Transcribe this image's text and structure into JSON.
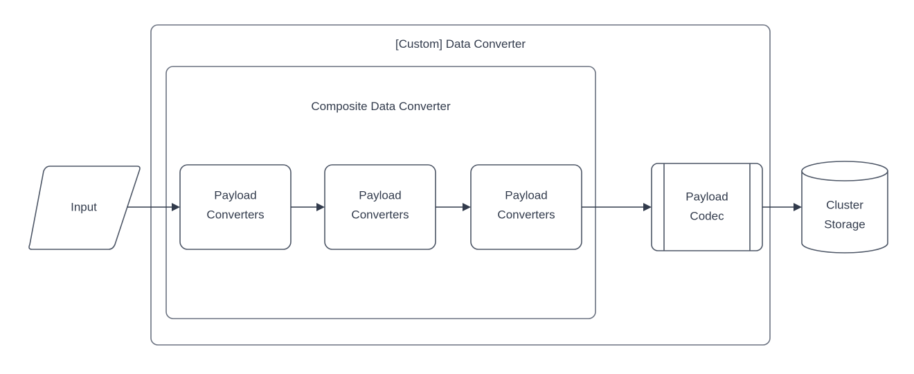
{
  "diagram": {
    "type": "flowchart",
    "title_visible": false,
    "background_color": "#ffffff",
    "stroke_color": "#4d5666",
    "container_stroke_color": "#6b7280",
    "text_color": "#323b4c",
    "containers": [
      {
        "id": "custom-data-converter",
        "label": "[Custom] Data Converter",
        "shape": "rounded-rectangle"
      },
      {
        "id": "composite-data-converter",
        "label": "Composite Data Converter",
        "shape": "rounded-rectangle"
      }
    ],
    "nodes": [
      {
        "id": "input",
        "label": "Input",
        "shape": "parallelogram"
      },
      {
        "id": "payload-converters-1",
        "label_line1": "Payload",
        "label_line2": "Converters",
        "shape": "rounded-rectangle"
      },
      {
        "id": "payload-converters-2",
        "label_line1": "Payload",
        "label_line2": "Converters",
        "shape": "rounded-rectangle"
      },
      {
        "id": "payload-converters-3",
        "label_line1": "Payload",
        "label_line2": "Converters",
        "shape": "rounded-rectangle"
      },
      {
        "id": "payload-codec",
        "label_line1": "Payload",
        "label_line2": "Codec",
        "shape": "predefined-process"
      },
      {
        "id": "cluster-storage",
        "label_line1": "Cluster",
        "label_line2": "Storage",
        "shape": "cylinder"
      }
    ],
    "edges": [
      {
        "id": "edge-input-to-pc1",
        "from": "input",
        "to": "payload-converters-1",
        "label": "",
        "arrow": "single"
      },
      {
        "id": "edge-pc1-to-pc2",
        "from": "payload-converters-1",
        "to": "payload-converters-2",
        "label": "",
        "arrow": "single"
      },
      {
        "id": "edge-pc2-to-pc3",
        "from": "payload-converters-2",
        "to": "payload-converters-3",
        "label": "",
        "arrow": "single"
      },
      {
        "id": "edge-pc3-to-codec",
        "from": "payload-converters-3",
        "to": "payload-codec",
        "label": "",
        "arrow": "single"
      },
      {
        "id": "edge-codec-to-storage",
        "from": "payload-codec",
        "to": "cluster-storage",
        "label": "",
        "arrow": "single"
      }
    ]
  }
}
